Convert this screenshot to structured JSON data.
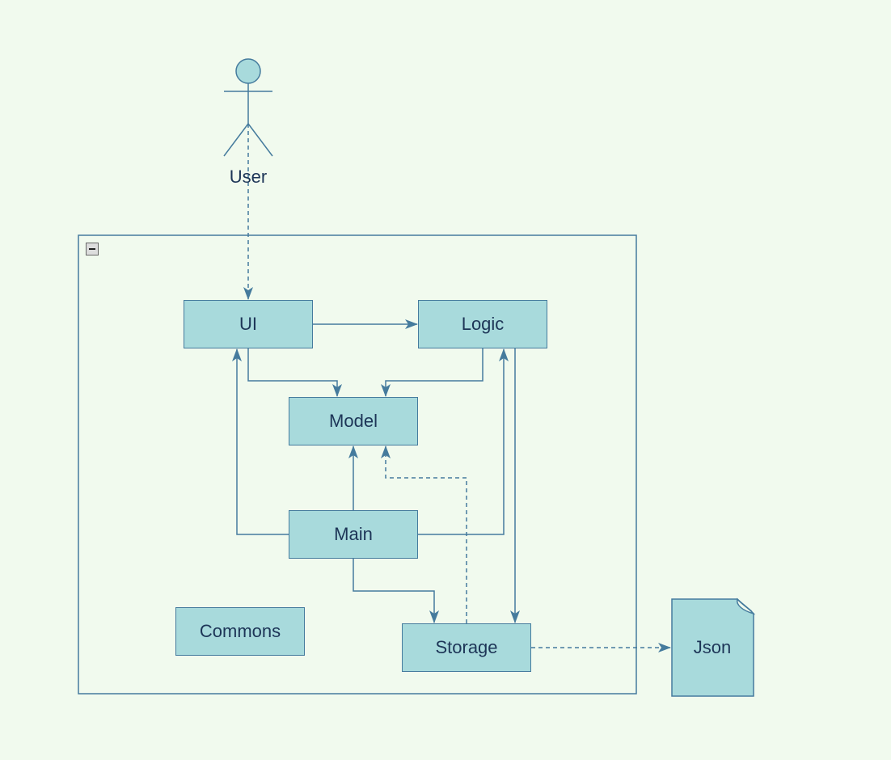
{
  "actor": {
    "label": "User"
  },
  "components": {
    "ui": "UI",
    "logic": "Logic",
    "model": "Model",
    "main": "Main",
    "commons": "Commons",
    "storage": "Storage"
  },
  "external": {
    "json": "Json"
  },
  "colors": {
    "background": "#f1faee",
    "fill": "#a8dadc",
    "stroke": "#457b9d",
    "text": "#1d3557"
  },
  "icons": {
    "container_toggle": "collapse-minus-icon"
  }
}
